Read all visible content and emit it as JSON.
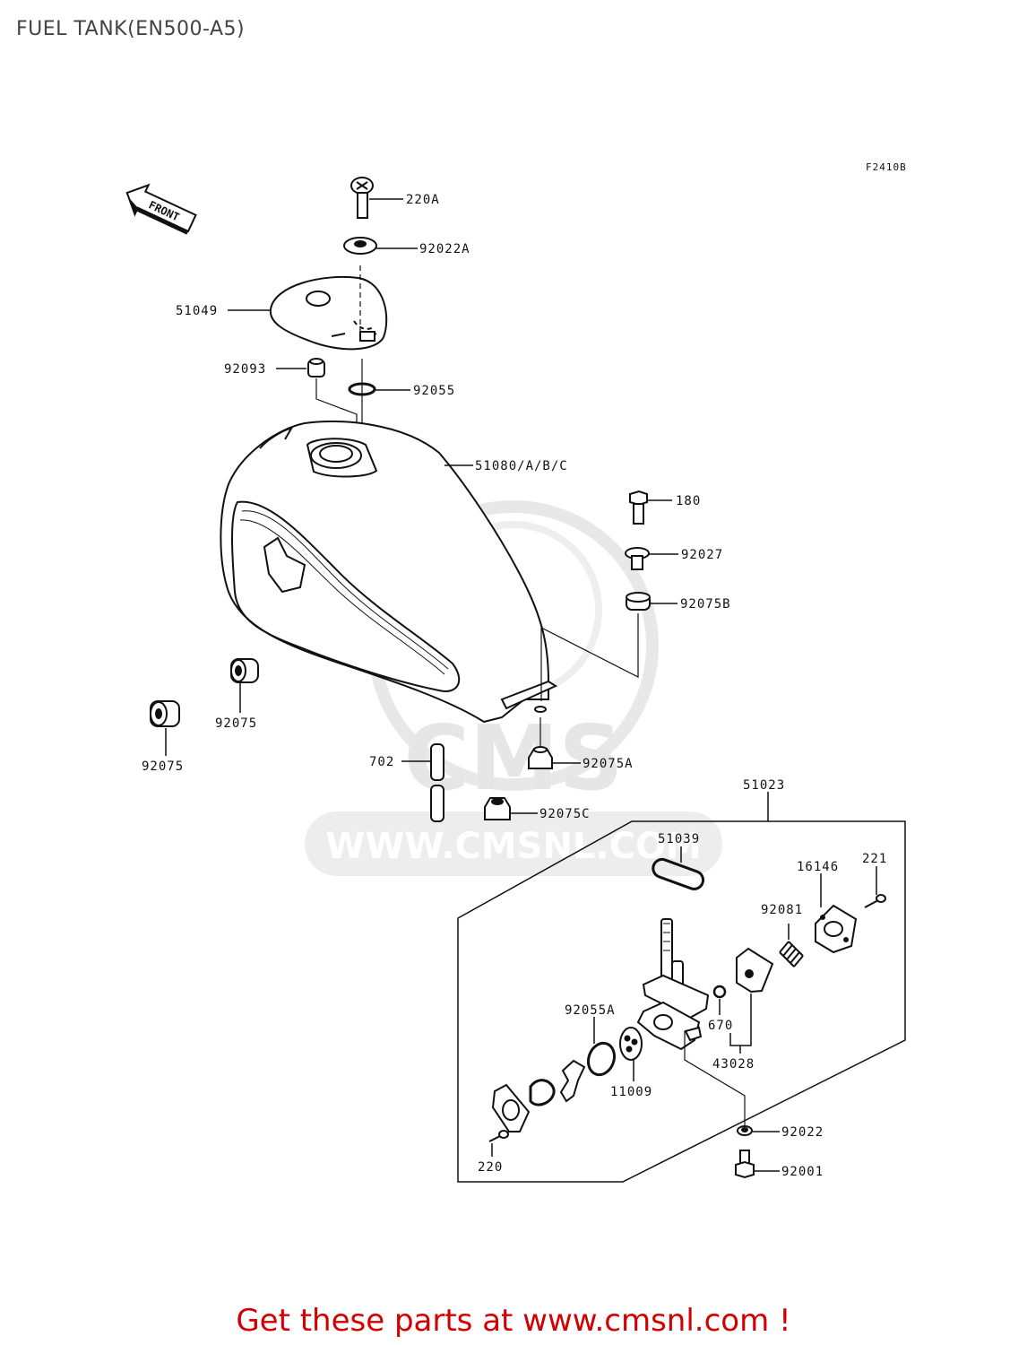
{
  "page_title": "FUEL TANK(EN500-A5)",
  "figure_code": "F2410B",
  "front_arrow_label": "FRONT",
  "watermark": {
    "brand": "CMS",
    "url": "WWW.CMSNL.COM"
  },
  "parts": [
    {
      "id": "220A",
      "label": "220A"
    },
    {
      "id": "92022A",
      "label": "92022A"
    },
    {
      "id": "51049",
      "label": "51049"
    },
    {
      "id": "92093",
      "label": "92093"
    },
    {
      "id": "92055",
      "label": "92055"
    },
    {
      "id": "51080",
      "label": "51080/A/B/C"
    },
    {
      "id": "180",
      "label": "180"
    },
    {
      "id": "92027",
      "label": "92027"
    },
    {
      "id": "92075B",
      "label": "92075B"
    },
    {
      "id": "92075-1",
      "label": "92075"
    },
    {
      "id": "92075-2",
      "label": "92075"
    },
    {
      "id": "702",
      "label": "702"
    },
    {
      "id": "92075A",
      "label": "92075A"
    },
    {
      "id": "92075C",
      "label": "92075C"
    },
    {
      "id": "51023",
      "label": "51023"
    },
    {
      "id": "51039",
      "label": "51039"
    },
    {
      "id": "16146",
      "label": "16146"
    },
    {
      "id": "221",
      "label": "221"
    },
    {
      "id": "92081",
      "label": "92081"
    },
    {
      "id": "92055A",
      "label": "92055A"
    },
    {
      "id": "670",
      "label": "670"
    },
    {
      "id": "43028",
      "label": "43028"
    },
    {
      "id": "11009",
      "label": "11009"
    },
    {
      "id": "92022",
      "label": "92022"
    },
    {
      "id": "92001",
      "label": "92001"
    },
    {
      "id": "220",
      "label": "220"
    }
  ],
  "footer": "Get these parts at www.cmsnl.com !"
}
